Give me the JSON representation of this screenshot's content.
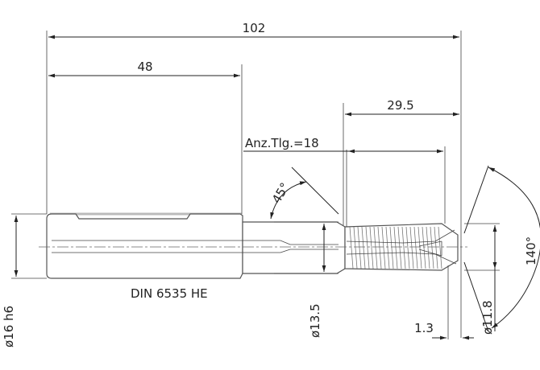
{
  "drawing": {
    "standard": "DIN 6535 HE",
    "tooth_count_label": "Anz.Tlg.=18",
    "dimensions": {
      "overall_length": "102",
      "shank_length": "48",
      "thread_length": "29.5",
      "chamfer_angle": "45°",
      "point_angle": "140°",
      "shank_diameter": "ø16 h6",
      "neck_diameter": "ø13.5",
      "tip_diameter": "ø11.8",
      "tip_offset": "1.3"
    }
  }
}
